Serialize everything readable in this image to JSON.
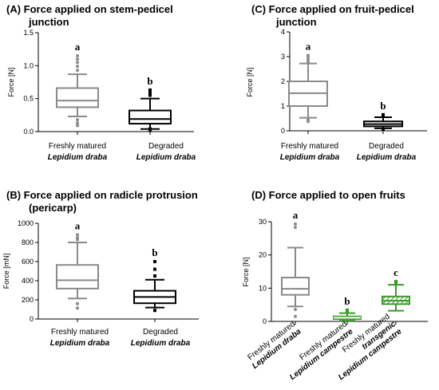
{
  "chart_data": [
    {
      "type": "box",
      "panel": "(A)",
      "title_lines": [
        "(A)  Force applied on stem-pedicel",
        "junction"
      ],
      "ylabel": "Force [N]",
      "ylim": [
        0,
        1.5
      ],
      "yticks": [
        "0.0",
        "0.5",
        "1.0",
        "1.5"
      ],
      "categories": [
        {
          "lines": [
            "Freshly matured",
            "Lepidium draba"
          ]
        },
        {
          "lines": [
            "Degraded",
            "Lepidium draba"
          ]
        }
      ],
      "boxes": [
        {
          "min": 0.23,
          "q1": 0.37,
          "median": 0.47,
          "q3": 0.66,
          "max": 0.87,
          "outliers": [
            0.93,
            0.99,
            1.05,
            1.1,
            1.15,
            0.18,
            0.13,
            0.09
          ],
          "color": "#8a8a8a",
          "fill": "#ffffff",
          "marker": "circle",
          "letter": "a"
        },
        {
          "min": 0.04,
          "q1": 0.12,
          "median": 0.19,
          "q3": 0.32,
          "max": 0.5,
          "outliers": [
            0.55,
            0.58,
            0.61,
            0.63,
            0.02,
            0.04
          ],
          "color": "#000000",
          "fill": "#ffffff",
          "marker": "square",
          "letter": "b"
        }
      ]
    },
    {
      "type": "box",
      "panel": "(C)",
      "title_lines": [
        "(C)  Force applied on fruit-pedicel",
        "junction"
      ],
      "ylabel": "Force [N]",
      "ylim": [
        0,
        4
      ],
      "yticks": [
        "0",
        "1",
        "2",
        "3",
        "4"
      ],
      "categories": [
        {
          "lines": [
            "Freshly matured",
            "Lepidium draba"
          ]
        },
        {
          "lines": [
            "Degraded",
            "Lepidium draba"
          ]
        }
      ],
      "boxes": [
        {
          "min": 0.53,
          "q1": 1.0,
          "median": 1.52,
          "q3": 2.0,
          "max": 2.72,
          "outliers": [
            2.8,
            2.9,
            3.0,
            3.05,
            0.45,
            0.38
          ],
          "color": "#8a8a8a",
          "fill": "#ffffff",
          "marker": "circle",
          "letter": "a"
        },
        {
          "min": 0.1,
          "q1": 0.18,
          "median": 0.27,
          "q3": 0.38,
          "max": 0.55,
          "outliers": [
            0.6,
            0.65,
            0.05
          ],
          "color": "#000000",
          "fill": "#ffffff",
          "marker": "square",
          "letter": "b"
        }
      ]
    },
    {
      "type": "box",
      "panel": "(B)",
      "title_lines": [
        "(B)  Force applied on radicle protrusion",
        "(pericarp)"
      ],
      "ylabel": "Force [mN]",
      "ylim": [
        0,
        1000
      ],
      "yticks": [
        "0",
        "200",
        "400",
        "600",
        "800",
        "1000"
      ],
      "categories": [
        {
          "lines": [
            "Freshly matured",
            "Lepidium draba"
          ]
        },
        {
          "lines": [
            "Degraded",
            "Lepidium draba"
          ]
        }
      ],
      "boxes": [
        {
          "min": 215,
          "q1": 318,
          "median": 405,
          "q3": 565,
          "max": 800,
          "outliers": [
            830,
            850,
            880,
            160,
            115
          ],
          "color": "#8a8a8a",
          "fill": "#ffffff",
          "marker": "circle",
          "letter": "a"
        },
        {
          "min": 120,
          "q1": 165,
          "median": 230,
          "q3": 295,
          "max": 410,
          "outliers": [
            450,
            520,
            600,
            90
          ],
          "color": "#000000",
          "fill": "#ffffff",
          "marker": "square",
          "letter": "b"
        }
      ]
    },
    {
      "type": "box",
      "panel": "(D)",
      "title_lines": [
        "(D)  Force applied to open fruits"
      ],
      "ylabel": "Force [N]",
      "ylim": [
        0,
        30
      ],
      "yticks": [
        "0",
        "10",
        "20",
        "30"
      ],
      "categories": [
        {
          "lines": [
            "Freshly matured",
            "Lepidium draba"
          ]
        },
        {
          "lines": [
            "Freshly matured",
            "Lepidium campestre"
          ]
        },
        {
          "lines": [
            "Freshly matured",
            "transgenic",
            "Lepidium campestre"
          ]
        }
      ],
      "boxes": [
        {
          "min": 4.5,
          "q1": 8.0,
          "median": 9.8,
          "q3": 13.2,
          "max": 22.2,
          "outliers": [
            28.3,
            29.3,
            3.6,
            1.5
          ],
          "color": "#8a8a8a",
          "fill": "#ffffff",
          "marker": "circle",
          "letter": "a"
        },
        {
          "min": 0.2,
          "q1": 0.7,
          "median": 1.1,
          "q3": 1.5,
          "max": 2.5,
          "outliers": [
            2.9,
            3.4
          ],
          "color": "#3a9a2a",
          "fill": "#3a9a2a",
          "marker": "square",
          "letter": "b"
        },
        {
          "min": 3.2,
          "q1": 5.2,
          "median": 6.2,
          "q3": 7.5,
          "max": 11.0,
          "outliers": [
            11.6,
            12.0
          ],
          "color": "#3a9a2a",
          "fill": "hatch",
          "marker": "square",
          "letter": "c"
        }
      ]
    }
  ]
}
